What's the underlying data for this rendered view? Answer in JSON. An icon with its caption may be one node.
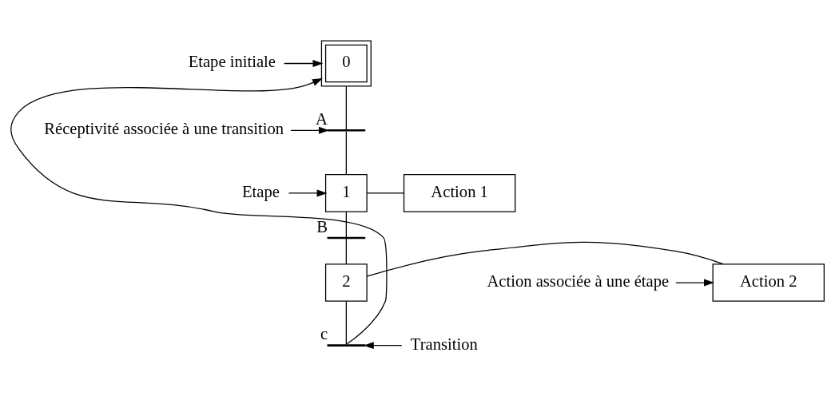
{
  "diagram": {
    "nodes": [
      {
        "text": [
          "Etape initiale"
        ]
      },
      {
        "text": [
          "0"
        ]
      },
      {
        "text": [
          "Réceptivité associée à une transition"
        ]
      },
      {
        "text": [],
        "shape": "bar",
        "beside": [
          "A"
        ]
      },
      {
        "text": [
          "Etape"
        ]
      },
      {
        "text": [
          "1"
        ]
      },
      {
        "text": [
          "Action 1"
        ]
      },
      {
        "text": [],
        "shape": "bar",
        "beside": [
          "B"
        ]
      },
      {
        "text": [
          "Action associée à une étape"
        ]
      },
      {
        "text": [
          "2"
        ]
      },
      {
        "text": [
          "Action 2"
        ]
      },
      {
        "text": [],
        "shape": "bar",
        "beside": [
          "c"
        ]
      },
      {
        "text": [
          "Transition"
        ]
      }
    ],
    "edges": [
      {
        "from": 1,
        "to": 3,
        "arrow": "none"
      },
      {
        "from": 3,
        "to": 5,
        "arrow": "none"
      },
      {
        "from": 5,
        "to": 6,
        "arrow": "none"
      },
      {
        "from": 5,
        "to": 7,
        "arrow": "none"
      },
      {
        "from": 7,
        "to": 9,
        "arrow": "none"
      },
      {
        "from": 9,
        "to": 10,
        "arrow": "none"
      },
      {
        "from": 9,
        "to": 11,
        "arrow": "none"
      },
      {
        "from": 11,
        "to": 1,
        "arrow": "to"
      },
      {
        "from": 0,
        "to": 1,
        "arrow": "to"
      },
      {
        "from": 2,
        "to": 3,
        "arrow": "to"
      },
      {
        "from": 4,
        "to": 5,
        "arrow": "to"
      },
      {
        "from": 8,
        "to": 10,
        "arrow": "to"
      },
      {
        "from": 12,
        "to": 11,
        "arrow": "to"
      }
    ]
  }
}
